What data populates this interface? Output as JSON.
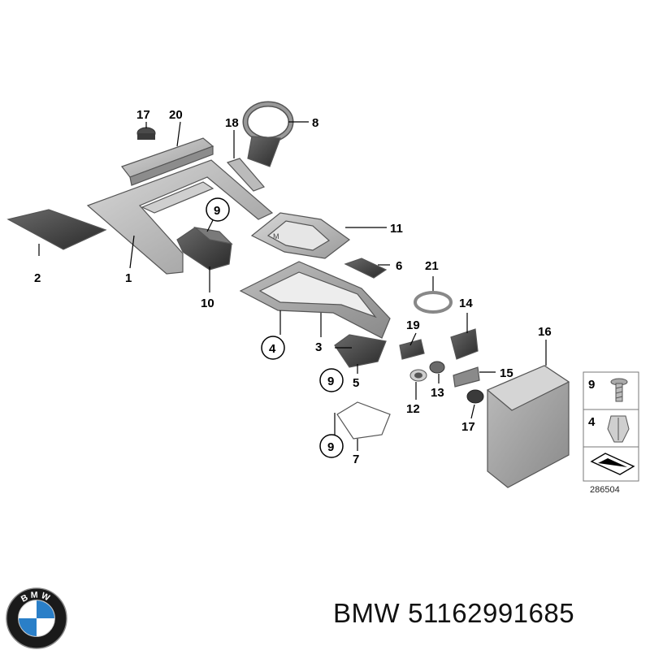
{
  "diagram": {
    "callouts": {
      "c1": "1",
      "c2": "2",
      "c3": "3",
      "c4": "4",
      "c5": "5",
      "c6": "6",
      "c7": "7",
      "c8": "8",
      "c9a": "9",
      "c9b": "9",
      "c9c": "9",
      "c10": "10",
      "c11": "11",
      "c12": "12",
      "c13": "13",
      "c14": "14",
      "c15": "15",
      "c16": "16",
      "c17a": "17",
      "c17b": "17",
      "c18": "18",
      "c19": "19",
      "c20": "20",
      "c21": "21"
    },
    "legend": {
      "item_screw": "9",
      "item_clip": "4"
    },
    "ref_number": "286504",
    "shift_glyph": "M"
  },
  "footer": {
    "brand": "BMW",
    "part_number": "51162991685"
  },
  "logo": {
    "text": "BMW",
    "colors": {
      "ring": "#1a1a1a",
      "blue": "#2a7fc8",
      "white": "#ffffff"
    }
  }
}
